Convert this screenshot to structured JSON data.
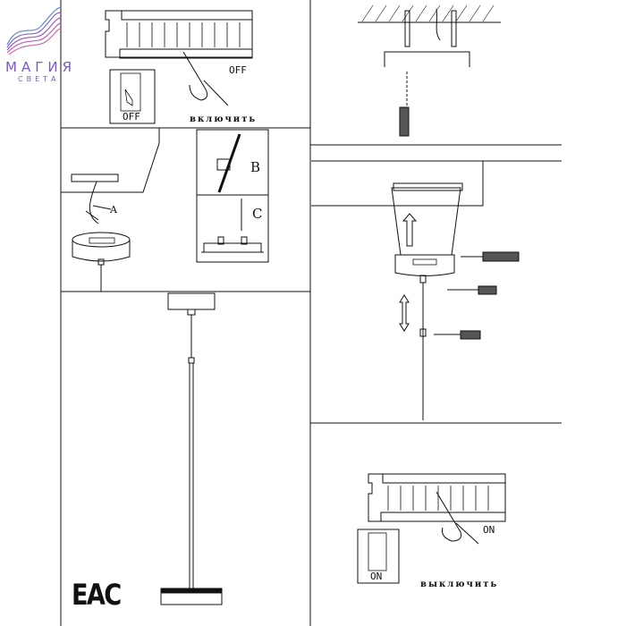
{
  "brand": {
    "name_line1": "МАГИЯ",
    "name_line2": "СВЕТА",
    "color": "#7a5bc4"
  },
  "step_switch_on": {
    "breaker_state": "OFF",
    "switch_state": "OFF",
    "caption": "включить"
  },
  "step_wiring": {
    "labels": [
      "A",
      "B",
      "C"
    ]
  },
  "step_switch_off": {
    "breaker_state": "ON",
    "switch_state": "ON",
    "caption": "выключить"
  },
  "certification": {
    "mark": "EAC"
  }
}
